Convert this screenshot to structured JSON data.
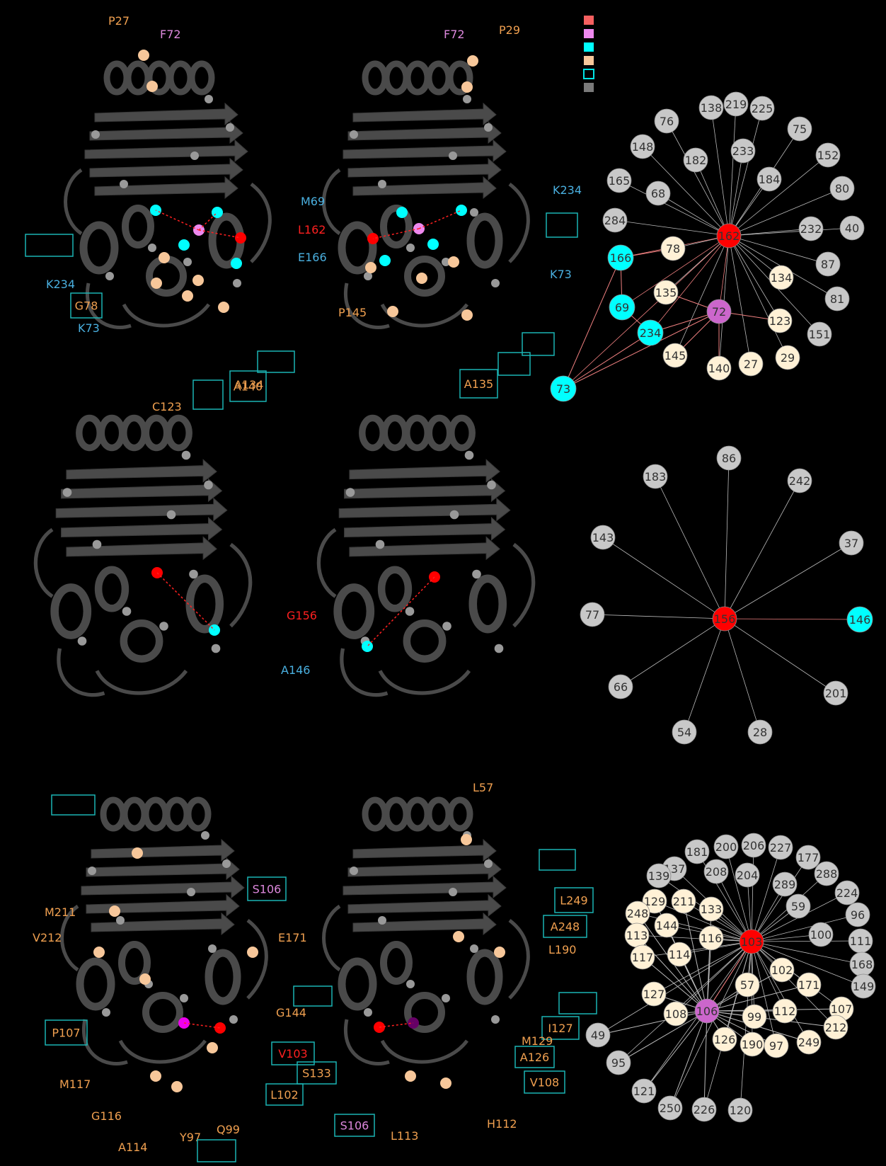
{
  "colors": {
    "red": "#ff0000",
    "magenta": "#cc66cc",
    "cyan": "#00ffff",
    "cream": "#fff1d6",
    "gray": "#c8c8c8",
    "orange_label": "#f0a050",
    "blue_label": "#4ab0e0",
    "pink_label": "#dd88dd",
    "red_label": "#ff2020",
    "box": "#1ab4b4",
    "protein": "#4a4a4a"
  },
  "legend": {
    "swatch_colors": [
      "#f66060",
      "#ee88ee",
      "#00ffff",
      "#f7c79a",
      "outline",
      "#7a7a7a"
    ]
  },
  "labels": {
    "panel_a": [
      {
        "t": "P27",
        "c": "orange"
      },
      {
        "t": "F72",
        "c": "pink"
      },
      {
        "t": "F72",
        "c": "pink"
      },
      {
        "t": "P29",
        "c": "orange"
      },
      {
        "t": "M69",
        "c": "blue"
      },
      {
        "t": "K234",
        "c": "blue"
      },
      {
        "t": "L162",
        "c": "red"
      },
      {
        "t": "E166",
        "c": "blue"
      },
      {
        "t": "K73",
        "c": "blue"
      },
      {
        "t": "K234",
        "c": "blue"
      },
      {
        "t": "G78",
        "c": "orange"
      },
      {
        "t": "K73",
        "c": "blue"
      },
      {
        "t": "P145",
        "c": "orange"
      },
      {
        "t": "A140",
        "c": "orange"
      },
      {
        "t": "A134",
        "c": "orange"
      },
      {
        "t": "A135",
        "c": "orange"
      },
      {
        "t": "C123",
        "c": "orange"
      }
    ],
    "panel_b": [
      {
        "t": "G156",
        "c": "red"
      },
      {
        "t": "A146",
        "c": "blue"
      }
    ],
    "panel_c": [
      {
        "t": "L57",
        "c": "orange"
      },
      {
        "t": "S106",
        "c": "pink"
      },
      {
        "t": "L249",
        "c": "orange"
      },
      {
        "t": "M211",
        "c": "orange"
      },
      {
        "t": "A248",
        "c": "orange"
      },
      {
        "t": "V212",
        "c": "orange"
      },
      {
        "t": "E171",
        "c": "orange"
      },
      {
        "t": "L190",
        "c": "orange"
      },
      {
        "t": "P107",
        "c": "orange"
      },
      {
        "t": "G144",
        "c": "orange"
      },
      {
        "t": "I127",
        "c": "orange"
      },
      {
        "t": "M129",
        "c": "orange"
      },
      {
        "t": "V103",
        "c": "red"
      },
      {
        "t": "A126",
        "c": "orange"
      },
      {
        "t": "S133",
        "c": "orange"
      },
      {
        "t": "M117",
        "c": "orange"
      },
      {
        "t": "L102",
        "c": "orange"
      },
      {
        "t": "V108",
        "c": "orange"
      },
      {
        "t": "G116",
        "c": "orange"
      },
      {
        "t": "S106",
        "c": "pink"
      },
      {
        "t": "H112",
        "c": "orange"
      },
      {
        "t": "Q99",
        "c": "orange"
      },
      {
        "t": "L113",
        "c": "orange"
      },
      {
        "t": "A114",
        "c": "orange"
      },
      {
        "t": "Y97",
        "c": "orange"
      }
    ]
  },
  "networks": [
    {
      "hub": "162",
      "second_hub": "72",
      "gray_nodes": [
        "138",
        "219",
        "76",
        "225",
        "75",
        "148",
        "233",
        "182",
        "152",
        "184",
        "165",
        "68",
        "80",
        "284",
        "232",
        "40",
        "87",
        "81",
        "151"
      ],
      "cream_nodes": [
        "78",
        "134",
        "135",
        "123",
        "145",
        "140",
        "27",
        "29"
      ],
      "cyan_nodes": [
        "166",
        "69",
        "234",
        "73"
      ],
      "magenta_nodes": [
        "72"
      ]
    },
    {
      "hub": "156",
      "gray_nodes": [
        "86",
        "183",
        "242",
        "143",
        "37",
        "77",
        "66",
        "201",
        "54",
        "28"
      ],
      "cyan_nodes": [
        "146"
      ]
    },
    {
      "hub": "103",
      "second_hub": "106",
      "gray_nodes": [
        "200",
        "206",
        "181",
        "227",
        "137",
        "177",
        "208",
        "204",
        "139",
        "288",
        "289",
        "224",
        "59",
        "96",
        "100",
        "111",
        "168",
        "149",
        "49",
        "95",
        "121",
        "250",
        "226",
        "120"
      ],
      "cream_nodes": [
        "129",
        "211",
        "133",
        "248",
        "144",
        "113",
        "116",
        "117",
        "114",
        "102",
        "57",
        "171",
        "127",
        "107",
        "108",
        "112",
        "212",
        "99",
        "126",
        "190",
        "97",
        "249"
      ],
      "magenta_nodes": [
        "106"
      ]
    }
  ]
}
